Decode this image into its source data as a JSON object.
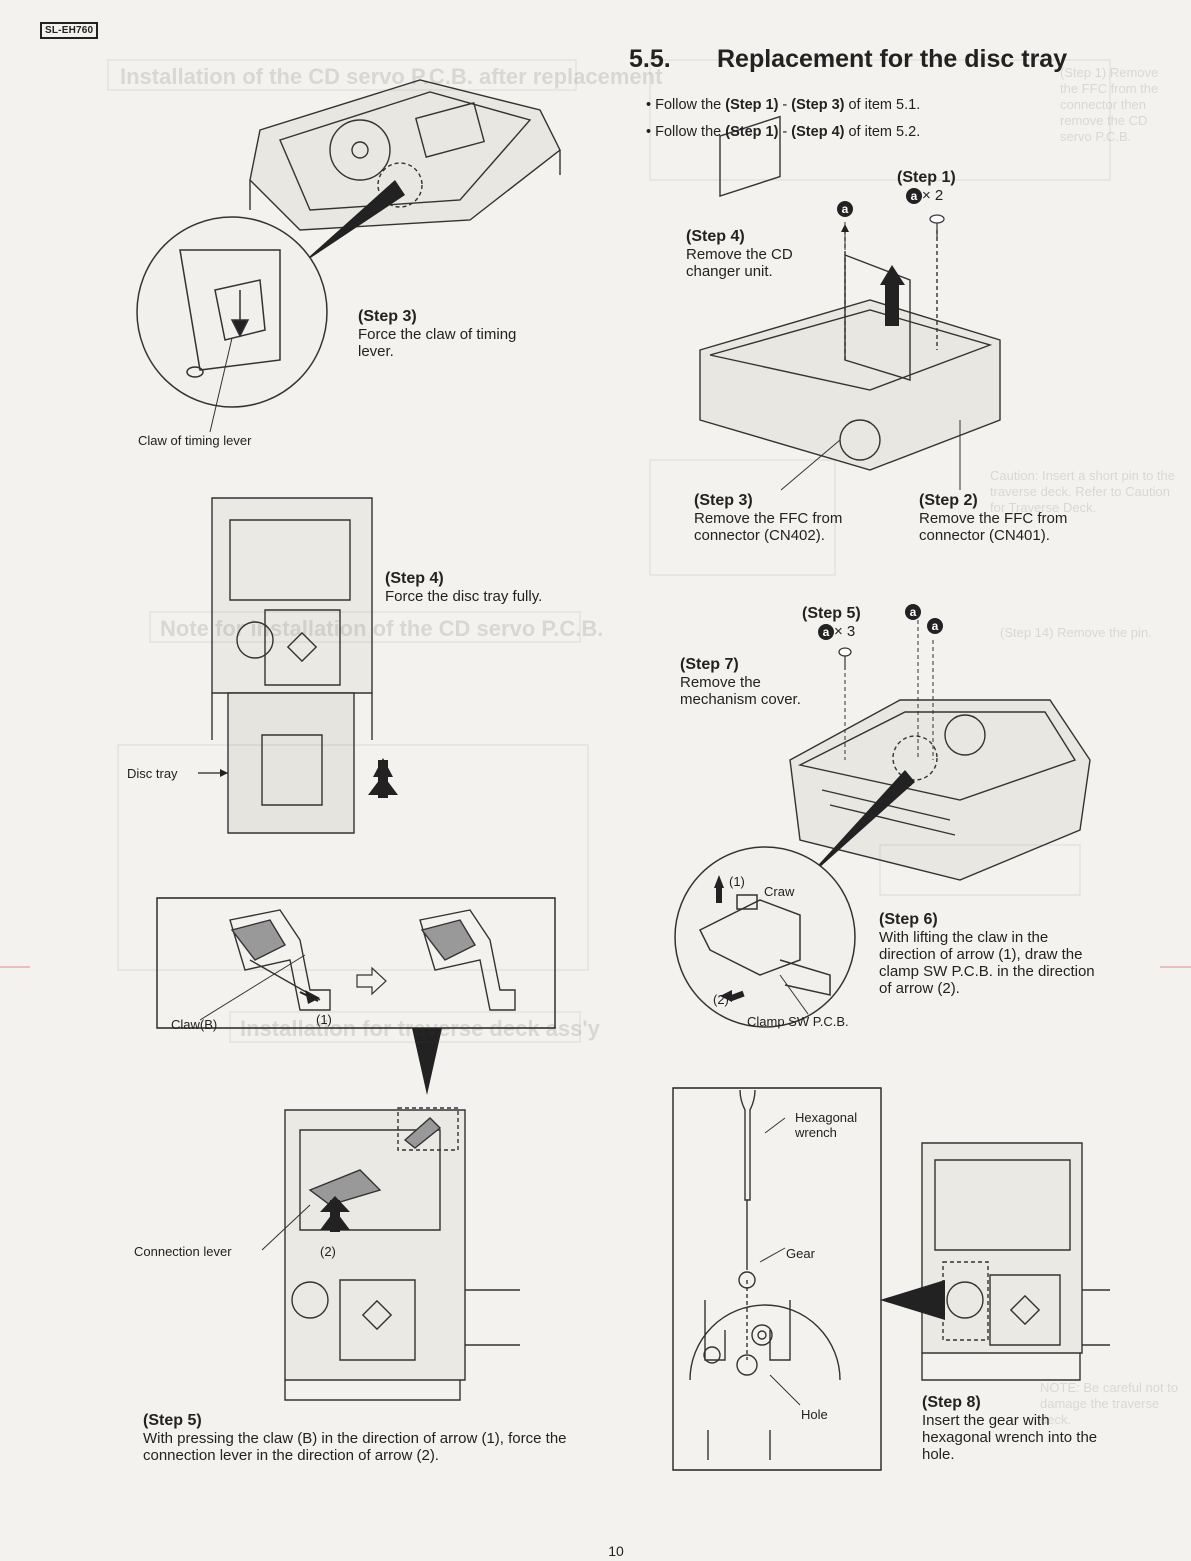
{
  "header": {
    "model": "SL-EH760"
  },
  "section": {
    "number": "5.5.",
    "title": "Replacement for the disc tray",
    "bullets": [
      {
        "prefix": "Follow the ",
        "step_a": "(Step 1)",
        "dash": " - ",
        "step_b": "(Step 3)",
        "suffix": " of item 5.1."
      },
      {
        "prefix": "Follow the ",
        "step_a": "(Step 1)",
        "dash": " - ",
        "step_b": "(Step 4)",
        "suffix": " of item 5.2."
      }
    ]
  },
  "left_column": {
    "step3": {
      "step": "(Step 3)",
      "text": "Force the claw of timing lever."
    },
    "claw_label": "Claw of timing lever",
    "step4": {
      "step": "(Step 4)",
      "text": "Force the disc tray fully."
    },
    "disc_tray_label": "Disc tray",
    "claw_b_label": "Claw(B)",
    "arrow1_label": "(1)",
    "connection_lever_label": "Connection lever",
    "arrow2_label": "(2)",
    "step5": {
      "step": "(Step 5)",
      "text": "With pressing the claw (B) in the direction of arrow (1), force  the connection lever in the direction of arrow (2)."
    }
  },
  "right_column": {
    "step1": {
      "step": "(Step 1)",
      "screw_icon": "a",
      "count": "× 2"
    },
    "screw_a_marker": "a",
    "step4": {
      "step": "(Step 4)",
      "text": "Remove the CD changer unit."
    },
    "step3": {
      "step": "(Step 3)",
      "text": "Remove the FFC from connector (CN402)."
    },
    "step2": {
      "step": "(Step 2)",
      "text": "Remove the FFC from connector (CN401)."
    },
    "step5": {
      "step": "(Step 5)",
      "screw_icon": "a",
      "count": "× 3"
    },
    "step5_marker": "a",
    "step7": {
      "step": "(Step 7)",
      "text": "Remove the mechanism cover."
    },
    "craw_arrow1": "(1)",
    "craw_label": "Craw",
    "craw_arrow2": "(2)",
    "clamp_label": "Clamp SW P.C.B.",
    "step6": {
      "step": "(Step 6)",
      "text": "With lifting the claw in the direction of arrow (1), draw the clamp SW P.C.B. in the direction of arrow (2)."
    },
    "hex_wrench_label": "Hexagonal wrench",
    "gear_label": "Gear",
    "hole_label": "Hole",
    "step8": {
      "step": "(Step 8)",
      "text": "Insert the gear with hexagonal wrench into the hole."
    }
  },
  "footer": {
    "page": "10"
  }
}
